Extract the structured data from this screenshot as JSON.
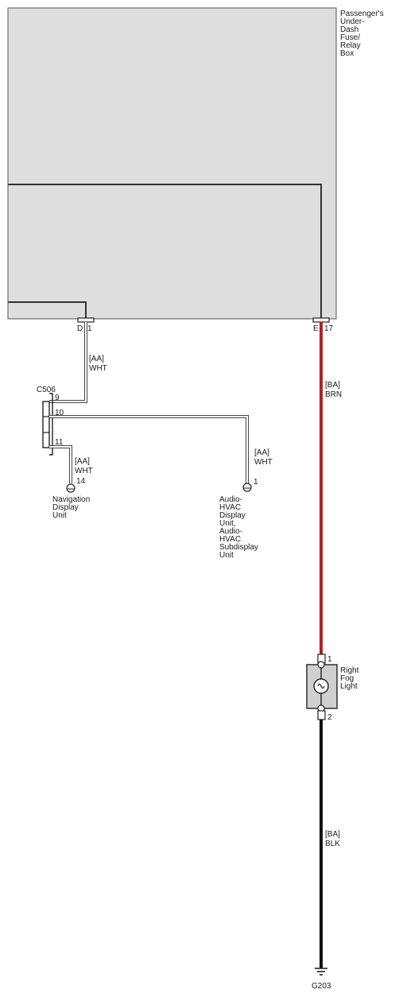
{
  "fuse_box": {
    "label_lines": [
      "Passenger's",
      "Under-",
      "Dash",
      "Fuse/",
      "Relay",
      "Box"
    ],
    "fill_color": "#dedede"
  },
  "connectors": {
    "d_letter": "D",
    "d_pin": "1",
    "e_letter": "E",
    "e_pin": "17",
    "c506": "C506",
    "c506_pins": [
      "9",
      "10",
      "11"
    ]
  },
  "wires": {
    "aa_wht_top": [
      "[AA]",
      "WHT"
    ],
    "aa_wht_nav": [
      "[AA]",
      "WHT"
    ],
    "aa_wht_audio": [
      "[AA]",
      "WHT"
    ],
    "ba_brn": [
      "[BA]",
      "BRN"
    ],
    "ba_blk": [
      "[BA]",
      "BLK"
    ],
    "brn_color": "#b22222",
    "blk_color": "#111111"
  },
  "nav_unit": {
    "pin": "14",
    "label_lines": [
      "Navigation",
      "Display",
      "Unit"
    ]
  },
  "audio_unit": {
    "pin": "1",
    "label_lines": [
      "Audio-",
      "HVAC",
      "Display",
      "Unit,",
      "Audio-",
      "HVAC",
      "Subdisplay",
      "Unit"
    ]
  },
  "fog_light": {
    "pin_top": "1",
    "pin_bottom": "2",
    "label_lines": [
      "Right",
      "Fog",
      "Light"
    ],
    "fill_color": "#d0d0d0"
  },
  "ground": {
    "label": "G203"
  }
}
